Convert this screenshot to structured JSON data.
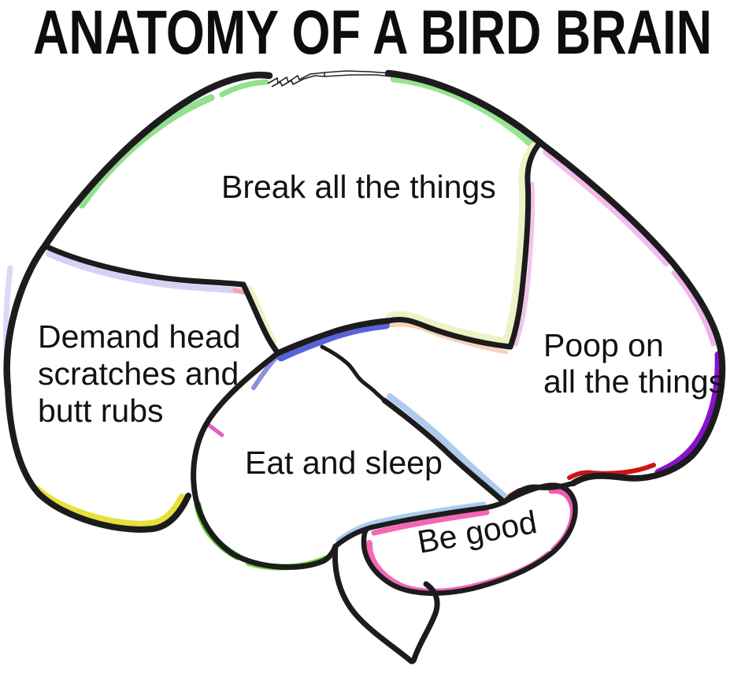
{
  "title": "ANATOMY OF A BIRD BRAIN",
  "diagram": {
    "type": "labeled-anatomy-diagram",
    "regions": [
      {
        "name": "top-lobe",
        "label": "Break all the things"
      },
      {
        "name": "front-left-lobe",
        "label_lines": [
          "Demand head",
          "scratches and",
          "butt rubs"
        ]
      },
      {
        "name": "back-right-lobe",
        "label_lines": [
          "Poop on",
          "all the things"
        ]
      },
      {
        "name": "middle-lobe",
        "label": "Eat and sleep"
      },
      {
        "name": "cerebellum",
        "label": "Be good"
      }
    ],
    "palette": {
      "ink": "#1c1c1c",
      "paper": "#ffffff",
      "highlight_green": "#90e08c",
      "highlight_bright_green": "#55c828",
      "highlight_yellow": "#e8e03c",
      "highlight_pale_yellow": "#eef2c6",
      "highlight_lavender": "#d6d2f6",
      "highlight_royal_blue": "#5a62d8",
      "highlight_light_blue": "#accbee",
      "highlight_pink": "#f466b4",
      "highlight_light_pink": "#f4bcee",
      "highlight_purple": "#8812cc",
      "highlight_red": "#cc1414",
      "highlight_salmon": "#f6d2bc"
    }
  }
}
